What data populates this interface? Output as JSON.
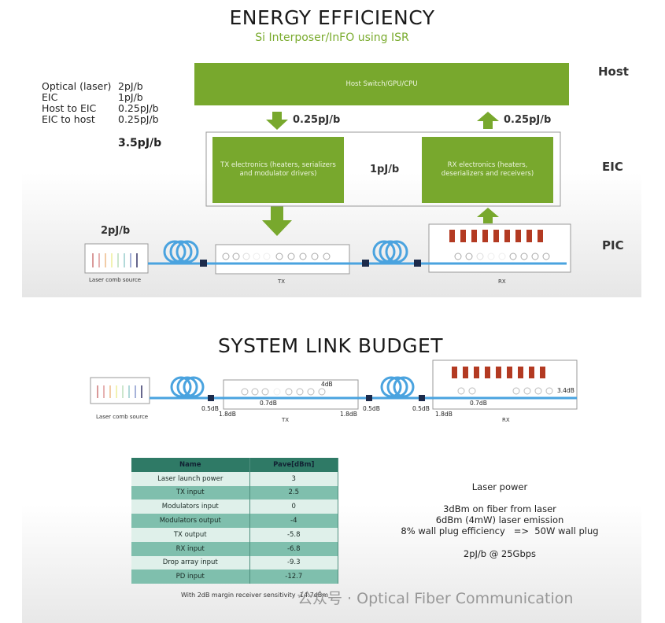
{
  "energy": {
    "title": "ENERGY EFFICIENCY",
    "subtitle": "Si Interposer/InFO using ISR",
    "breakdown": [
      {
        "name": "Optical (laser)",
        "value": "2pJ/b"
      },
      {
        "name": "EIC",
        "value": "1pJ/b"
      },
      {
        "name": "Host to EIC",
        "value": "0.25pJ/b"
      },
      {
        "name": "EIC to host",
        "value": "0.25pJ/b"
      }
    ],
    "total": "3.5pJ/b",
    "host_box": "Host Switch/GPU/CPU",
    "host_to_eic": "0.25pJ/b",
    "eic_to_host": "0.25pJ/b",
    "tx_electronics": "TX electronics (heaters, serializers and modulator drivers)",
    "rx_electronics": "RX electronics (heaters, deserializers and receivers)",
    "eic_power": "1pJ/b",
    "laser_power": "2pJ/b",
    "laser_label": "Laser comb source",
    "tx_label": "TX",
    "rx_label": "RX",
    "layers": {
      "host": "Host",
      "eic": "EIC",
      "pic": "PIC"
    }
  },
  "link": {
    "title": "SYSTEM LINK BUDGET",
    "laser_label": "Laser comb source",
    "tx_label": "TX",
    "rx_label": "RX",
    "losses": {
      "conn1": "0.5dB",
      "tx_in": "1.8dB",
      "tx_wg": "0.7dB",
      "mod": "4dB",
      "tx_out": "1.8dB",
      "conn2": "0.5dB",
      "conn3": "0.5dB",
      "rx_in": "1.8dB",
      "rx_wg": "0.7dB",
      "drop": "3.4dB"
    },
    "table": {
      "headers": [
        "Name",
        "Pave[dBm]"
      ],
      "rows": [
        [
          "Laser launch power",
          "3"
        ],
        [
          "TX input",
          "2.5"
        ],
        [
          "Modulators input",
          "0"
        ],
        [
          "Modulators output",
          "-4"
        ],
        [
          "TX output",
          "-5.8"
        ],
        [
          "RX input",
          "-6.8"
        ],
        [
          "Drop array input",
          "-9.3"
        ],
        [
          "PD input",
          "-12.7"
        ]
      ]
    },
    "caption": "With 2dB margin receiver sensitivity -14.7dBm",
    "notes": {
      "heading": "Laser power",
      "l1": "3dBm on fiber from laser",
      "l2": "6dBm (4mW) laser emission",
      "l3": "8% wall plug efficiency   =>  50W wall plug",
      "l4": "2pJ/b @ 25Gbps"
    }
  },
  "watermark": "公众号 · Optical Fiber Communication",
  "colors": {
    "green": "#78a82d",
    "fiber": "#4aa3df",
    "table_dark": "#2f7a66"
  }
}
